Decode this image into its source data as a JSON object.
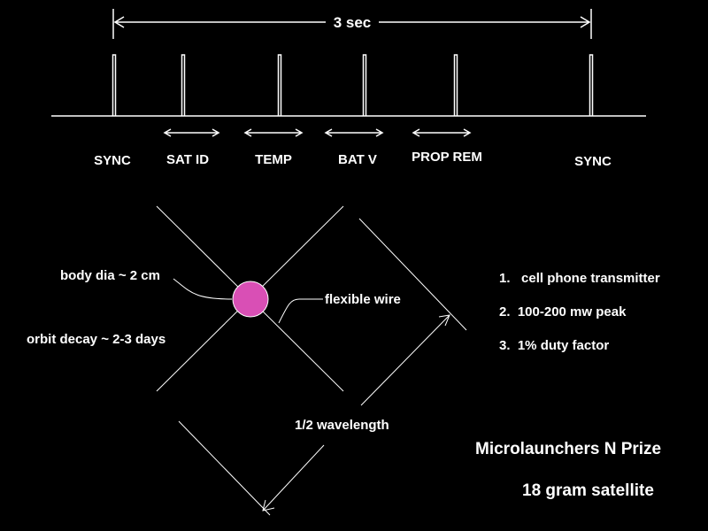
{
  "timing": {
    "period_label": "3 sec",
    "slots": [
      "SYNC",
      "SAT ID",
      "TEMP",
      "BAT V",
      "PROP REM",
      "SYNC"
    ]
  },
  "satellite": {
    "body_label": "body dia ~ 2 cm",
    "decay_label": "orbit decay ~ 2-3 days",
    "wire_label": "flexible wire",
    "wavelength_label": "1/2 wavelength",
    "body_color": "#d94fb5"
  },
  "specs": [
    "1.   cell phone transmitter",
    "2.  100-200 mw peak",
    "3.  1% duty factor"
  ],
  "title": "Microlaunchers N Prize",
  "subtitle": "18 gram satellite"
}
